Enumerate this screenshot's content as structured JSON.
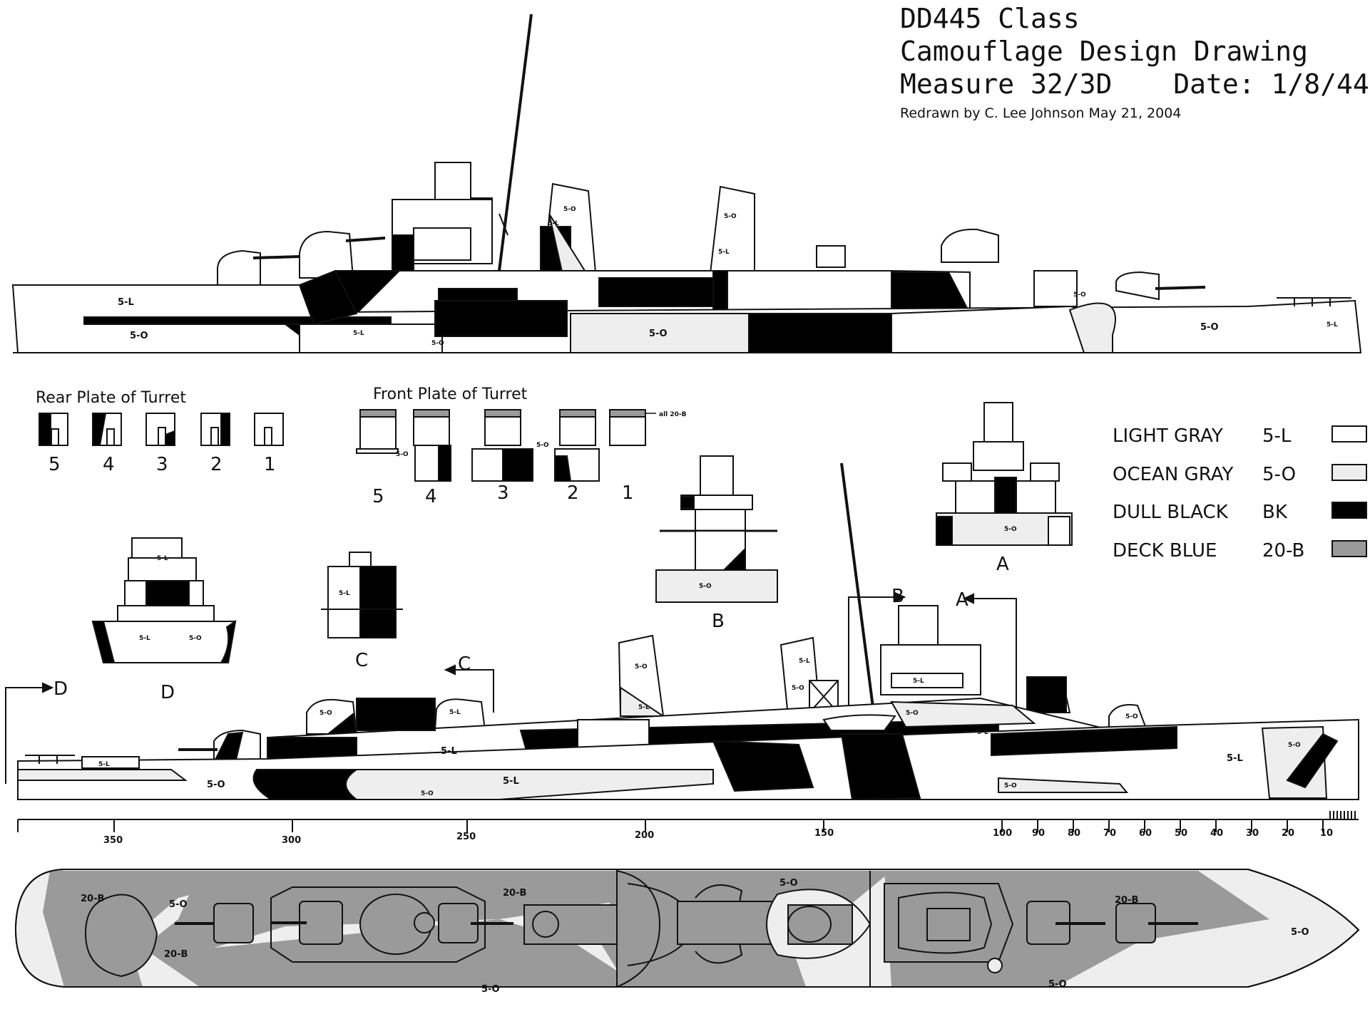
{
  "header": {
    "title_line1": "DD445 Class",
    "title_line2": "Camouflage Design Drawing",
    "title_line3_left": "Measure 32/3D",
    "title_line3_right": "Date: 1/8/44",
    "credit": "Redrawn by C. Lee Johnson May 21, 2004"
  },
  "labels": {
    "light": "5-L",
    "ocean": "5-O",
    "deck": "20-B",
    "all_deck": "all 20-B"
  },
  "rear_plate": {
    "heading": "Rear Plate of Turret",
    "numbers": [
      "5",
      "4",
      "3",
      "2",
      "1"
    ]
  },
  "front_plate": {
    "heading": "Front Plate of Turret",
    "numbers": [
      "5",
      "4",
      "3",
      "2",
      "1"
    ]
  },
  "sections": {
    "a": "A",
    "b": "B",
    "c": "C",
    "d": "D"
  },
  "legend": [
    {
      "name": "LIGHT GRAY",
      "code": "5-L",
      "color": "#ffffff"
    },
    {
      "name": "OCEAN GRAY",
      "code": "5-O",
      "color": "#eeeeee"
    },
    {
      "name": "DULL BLACK",
      "code": "BK",
      "color": "#000000"
    },
    {
      "name": "DECK BLUE",
      "code": "20-B",
      "color": "#9a9a9a"
    }
  ],
  "scale": {
    "left_ticks": [
      "350",
      "300",
      "250",
      "200",
      "150"
    ],
    "right_ticks": [
      "100",
      "90",
      "80",
      "70",
      "60",
      "50",
      "40",
      "30",
      "20",
      "10"
    ]
  },
  "colors": {
    "light_gray": "#ffffff",
    "ocean_gray": "#eeeeee",
    "dull_black": "#000000",
    "deck_blue": "#9a9a9a",
    "ink": "#111111"
  }
}
